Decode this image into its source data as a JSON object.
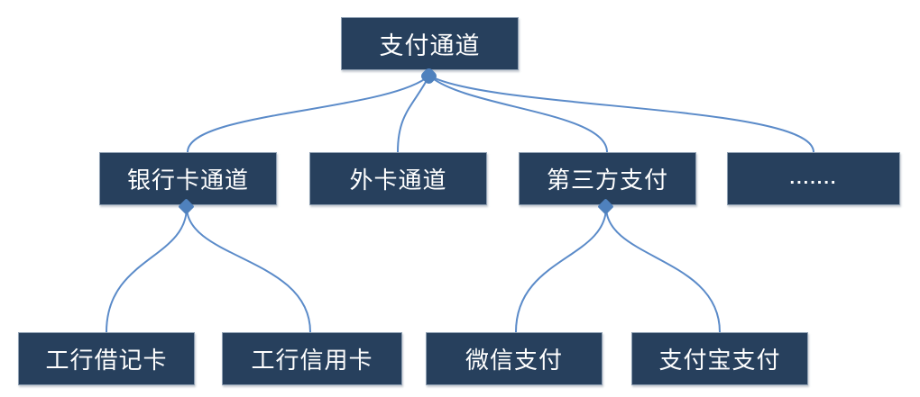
{
  "diagram": {
    "type": "tree",
    "background_color": "#ffffff",
    "node_fill_color": "#27405d",
    "node_text_color": "#ffffff",
    "connector_color": "#5b8bc9",
    "diamond_color": "#4f81bd",
    "root": {
      "label": "支付通道"
    },
    "level2": [
      {
        "label": "银行卡通道"
      },
      {
        "label": "外卡通道"
      },
      {
        "label": "第三方支付"
      },
      {
        "label": "......."
      }
    ],
    "level3": [
      {
        "label": "工行借记卡"
      },
      {
        "label": "工行信用卡"
      },
      {
        "label": "微信支付"
      },
      {
        "label": "支付宝支付"
      }
    ],
    "edges": [
      {
        "from": "支付通道",
        "to": "银行卡通道"
      },
      {
        "from": "支付通道",
        "to": "外卡通道"
      },
      {
        "from": "支付通道",
        "to": "第三方支付"
      },
      {
        "from": "支付通道",
        "to": "......."
      },
      {
        "from": "银行卡通道",
        "to": "工行借记卡"
      },
      {
        "from": "银行卡通道",
        "to": "工行信用卡"
      },
      {
        "from": "第三方支付",
        "to": "微信支付"
      },
      {
        "from": "第三方支付",
        "to": "支付宝支付"
      }
    ]
  }
}
